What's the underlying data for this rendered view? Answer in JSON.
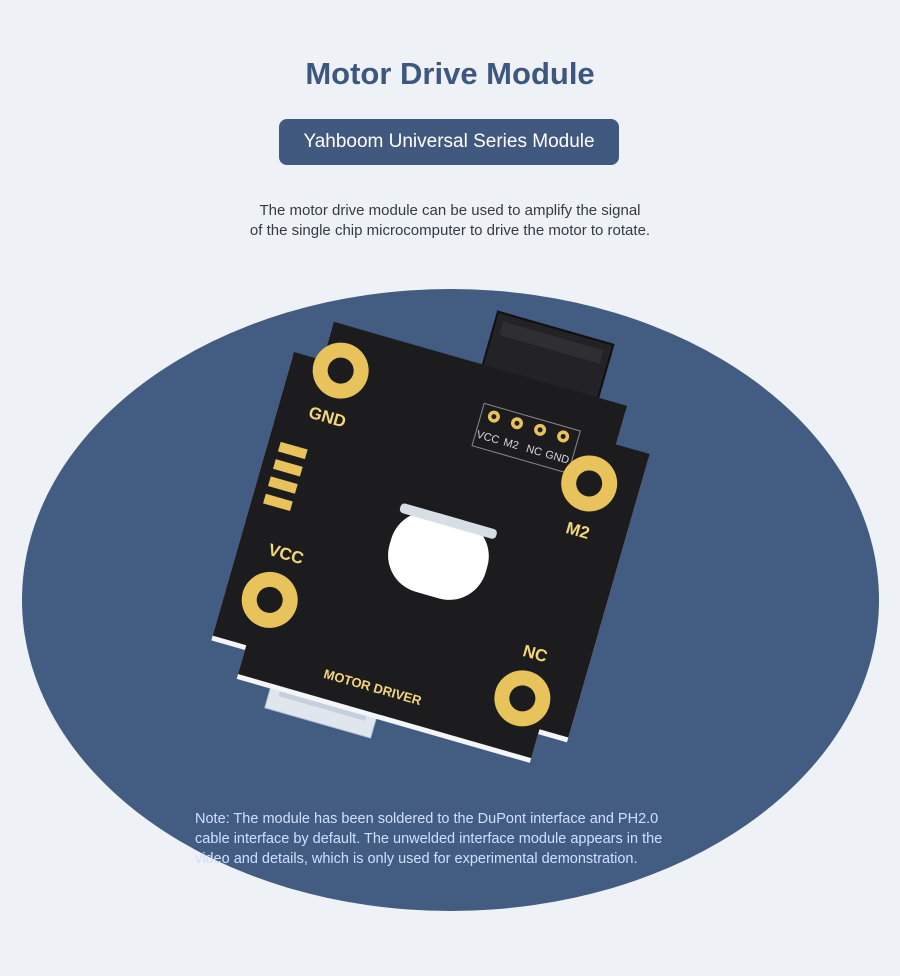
{
  "header": {
    "title": "Motor Drive Module",
    "badge": "Yahboom Universal Series Module"
  },
  "description": {
    "line1": "The motor drive module can be used to amplify the signal",
    "line2": "of the single chip microcomputer to drive the motor to rotate."
  },
  "board": {
    "label": "MOTOR DRIVER",
    "pads": {
      "gnd": "GND",
      "m2": "M2",
      "vcc": "VCC",
      "nc": "NC"
    },
    "header_pins": {
      "vcc": "VCC",
      "m2": "M2",
      "nc": "NC",
      "gnd": "GND"
    }
  },
  "note": {
    "line1": "Note: The module has been soldered to the DuPont interface and PH2.0",
    "line2": "cable interface by default. The unwelded interface module appears in the",
    "line3": "video and details, which is only used for experimental demonstration."
  },
  "colors": {
    "title": "#3e5780",
    "badge_bg": "#41597f",
    "ellipse": "#425c82",
    "pcb": "#1c1c1e",
    "gold": "#e8c25a",
    "silkscreen": "#f2d67a",
    "note_text": "#cfe0ff"
  }
}
